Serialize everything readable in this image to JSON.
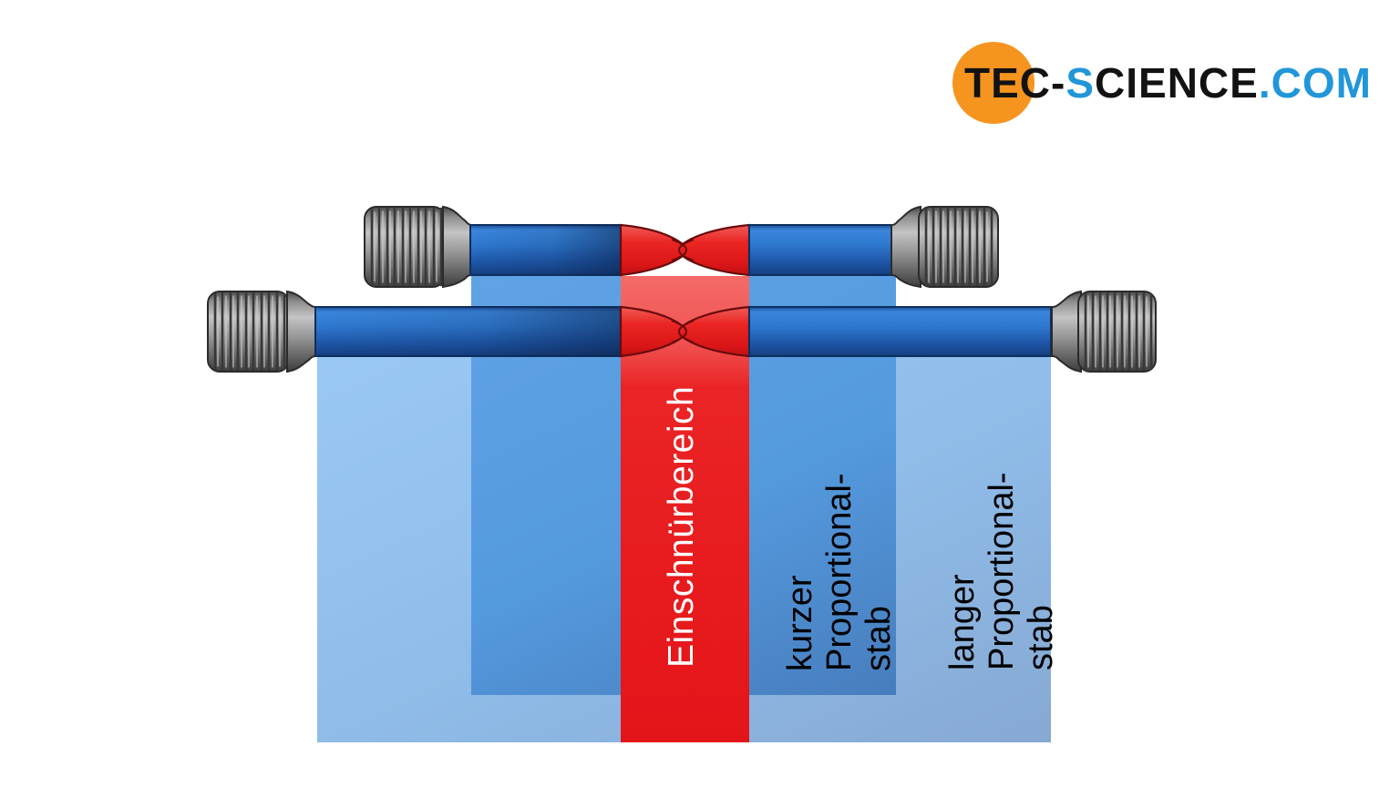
{
  "logo": {
    "part_tec": "TEC-",
    "part_s": "S",
    "part_cience": "CIENCE",
    "part_com": ".COM",
    "circle_color": "#f5941f",
    "blue": "#2196d9",
    "black": "#121212"
  },
  "labels": {
    "necking_area": "Einschnürbereich",
    "short_proportional_rod": "kurzer\nProportional-\nstab",
    "long_proportional_rod": "langer\nProportional-\nstab"
  },
  "colors": {
    "long_rod_overlay": "#97c7f4",
    "short_rod_overlay": "#5b9de2",
    "necking_band": "#e71c1f",
    "specimen_gauge_blue": "#2e7fd8",
    "specimen_fracture_red": "#e92120",
    "specimen_head_gray": "#9a9a9a",
    "label_text_on_band": "#ffffff",
    "label_text_on_blue": "#000000"
  }
}
